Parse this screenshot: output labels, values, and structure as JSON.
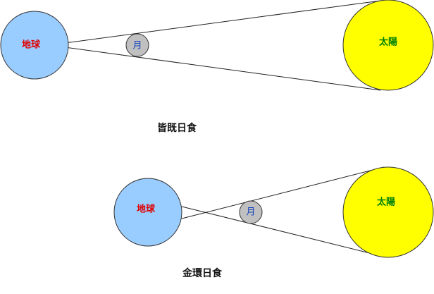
{
  "diagrams": {
    "total": {
      "earth_label": "地球",
      "moon_label": "月",
      "sun_label": "太陽",
      "caption": "皆既日食"
    },
    "annular": {
      "earth_label": "地球",
      "moon_label": "月",
      "sun_label": "太陽",
      "caption": "金環日食"
    }
  },
  "colors": {
    "earth_fill": "#99ccff",
    "moon_fill": "#c0c0c0",
    "sun_fill": "#ffff00",
    "earth_text": "#e00000",
    "moon_text": "#1040c0",
    "sun_text": "#008000",
    "outline": "#333333"
  }
}
